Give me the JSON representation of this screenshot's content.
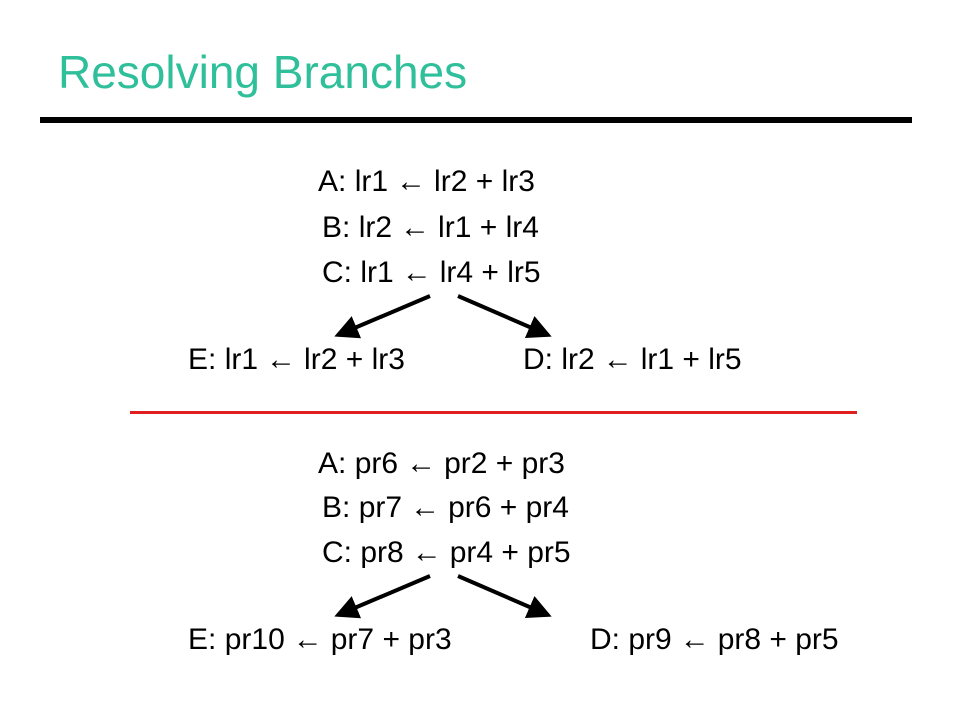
{
  "colors": {
    "title": "#2fbf9a",
    "title_rule": "#000000",
    "separator": "#e02020",
    "text": "#000000"
  },
  "title": "Resolving Branches",
  "arrow_glyph": "←",
  "top_block": {
    "lines": [
      {
        "label": "A:",
        "dest": "lr1",
        "expr": "lr2 + lr3"
      },
      {
        "label": "B:",
        "dest": "lr2",
        "expr": "lr1 + lr4"
      },
      {
        "label": "C:",
        "dest": "lr1",
        "expr": "lr4 + lr5"
      }
    ],
    "left_branch": {
      "label": "E:",
      "dest": "lr1",
      "expr": "lr2 + lr3"
    },
    "right_branch": {
      "label": "D:",
      "dest": "lr2",
      "expr": "lr1 + lr5"
    }
  },
  "bottom_block": {
    "lines": [
      {
        "label": "A:",
        "dest": "pr6",
        "expr": "pr2 + pr3"
      },
      {
        "label": "B:",
        "dest": "pr7",
        "expr": "pr6 + pr4"
      },
      {
        "label": "C:",
        "dest": "pr8",
        "expr": "pr4 + pr5"
      }
    ],
    "left_branch": {
      "label": "E:",
      "dest": "pr10",
      "expr": "pr7 + pr3"
    },
    "right_branch": {
      "label": "D:",
      "dest": "pr9",
      "expr": "pr8 + pr5"
    }
  }
}
